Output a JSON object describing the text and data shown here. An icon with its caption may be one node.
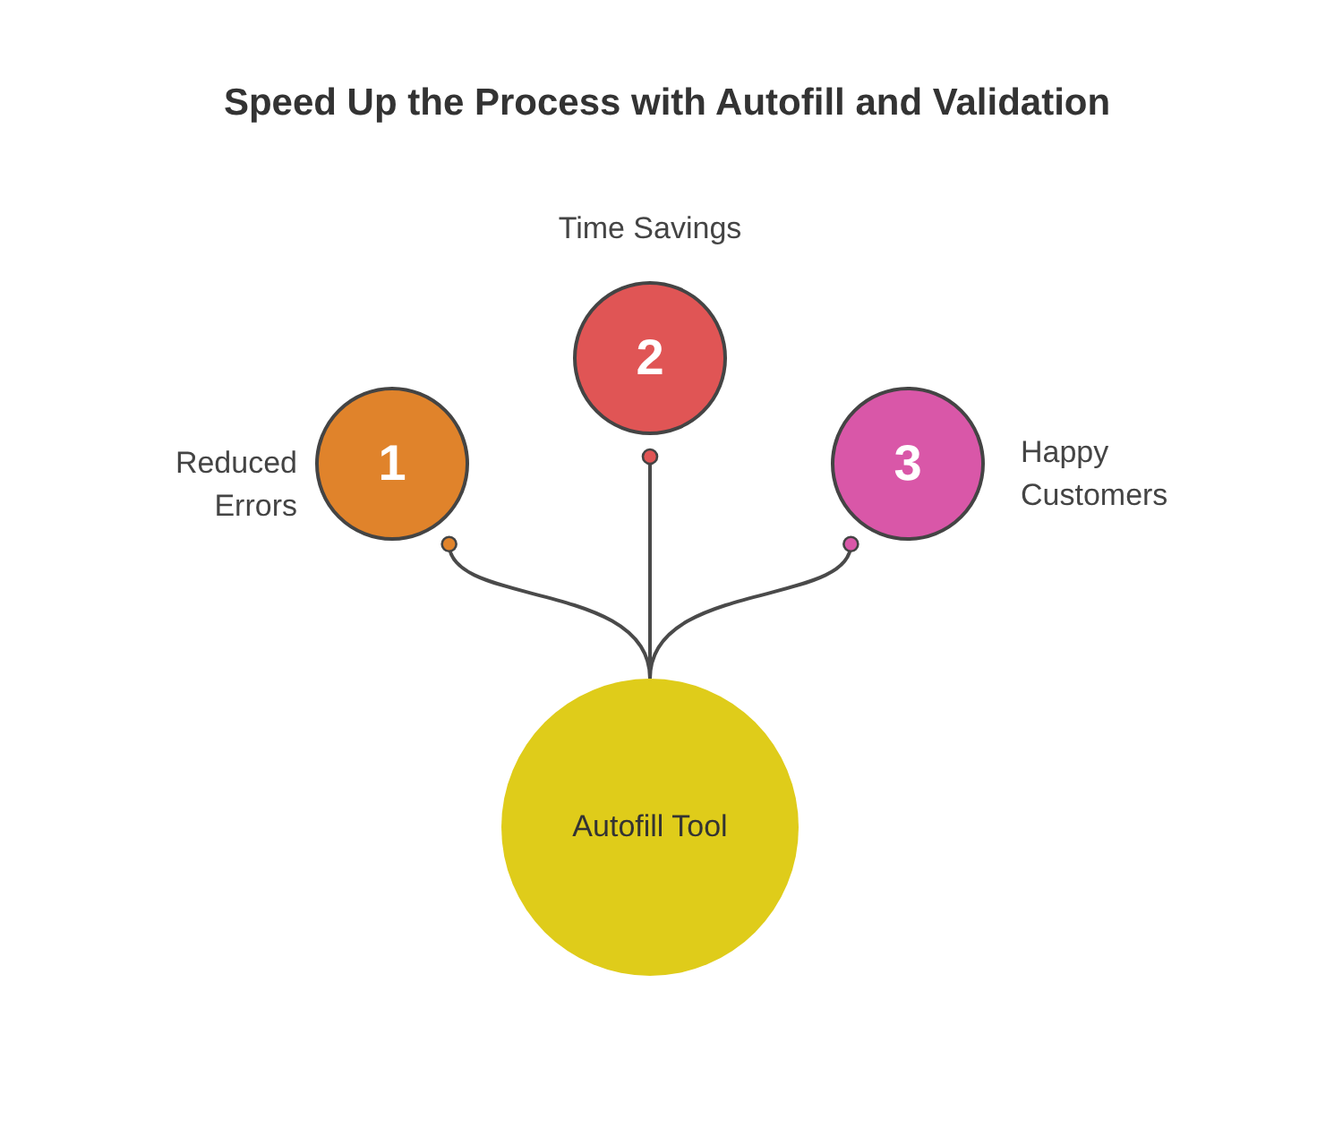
{
  "diagram": {
    "title": "Speed Up the Process with Autofill and Validation",
    "nodes": [
      {
        "text": [
          "1"
        ],
        "beside": [
          "Reduced Errors"
        ]
      },
      {
        "text": [
          "2"
        ],
        "beside": [
          "Time Savings"
        ]
      },
      {
        "text": [
          "3"
        ],
        "beside": [
          "Happy Customers"
        ]
      },
      {
        "text": [
          "Autofill Tool"
        ]
      }
    ],
    "edges": [
      {
        "from": 3,
        "to": 0,
        "arrow": "other"
      },
      {
        "from": 3,
        "to": 1,
        "arrow": "other"
      },
      {
        "from": 3,
        "to": 2,
        "arrow": "other"
      }
    ]
  }
}
